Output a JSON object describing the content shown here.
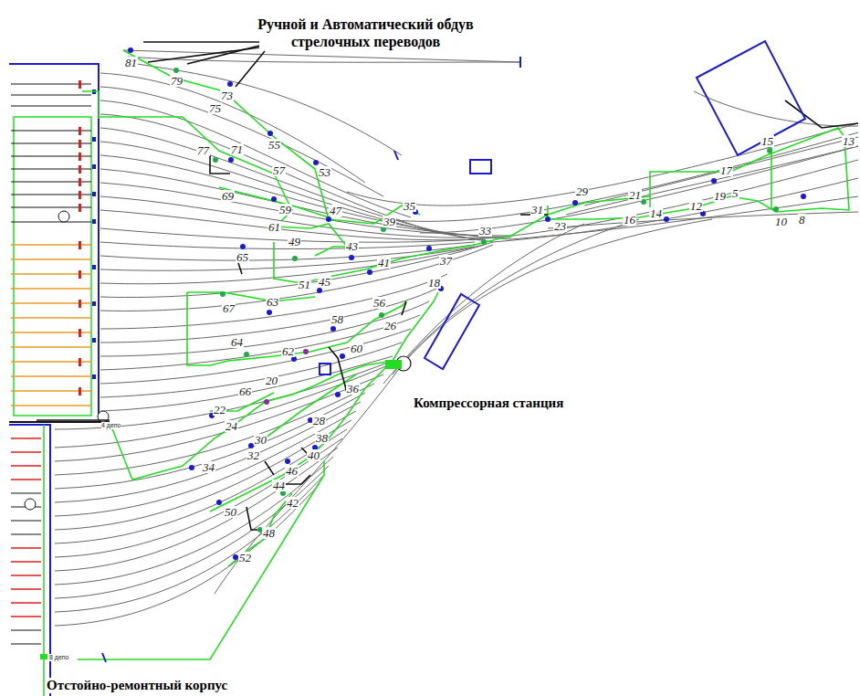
{
  "diagram": {
    "labels": [
      "Ручной и Автоматический обдув стрелочных переводов",
      "Компрессорная станция",
      "Отстойно-ремонтный корпус",
      "4 депо",
      "8 депо",
      "81",
      "79",
      "73",
      "75",
      "55",
      "53",
      "77",
      "71",
      "57",
      "69",
      "59",
      "61",
      "47",
      "39",
      "35",
      "29",
      "31",
      "23",
      "21",
      "17",
      "15",
      "13",
      "16",
      "14",
      "12",
      "19",
      "5",
      "10",
      "8",
      "33",
      "37",
      "43",
      "49",
      "65",
      "51",
      "41",
      "45",
      "18",
      "67",
      "63",
      "56",
      "26",
      "58",
      "64",
      "62",
      "60",
      "66",
      "20",
      "36",
      "22",
      "24",
      "28",
      "38",
      "30",
      "32",
      "40",
      "46",
      "44",
      "42",
      "34",
      "50",
      "48",
      "52"
    ]
  }
}
